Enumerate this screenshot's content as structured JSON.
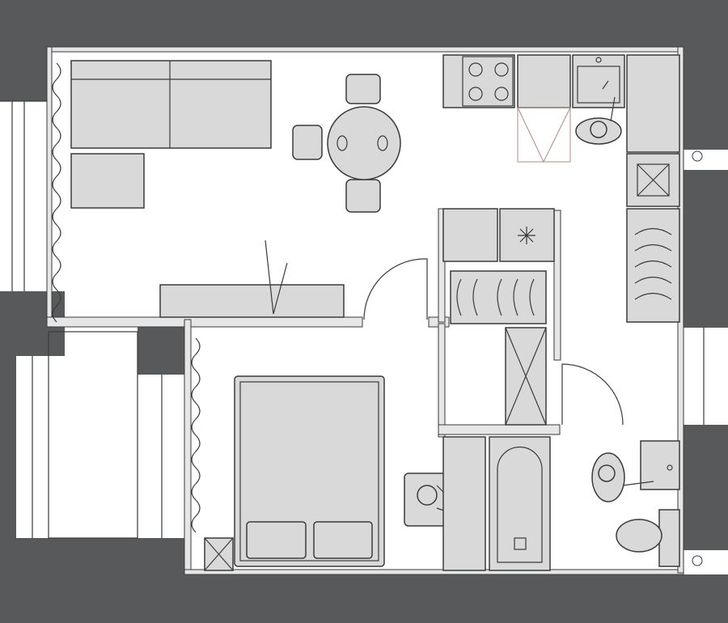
{
  "plan": {
    "type": "apartment-floor-plan",
    "rooms": [
      "living-room",
      "kitchen",
      "bedroom",
      "bathroom",
      "hallway",
      "balcony"
    ],
    "colors": {
      "wall": "#58595b",
      "furniture": "#d9d9d9",
      "outline": "#3a3a3a",
      "background": "#ffffff"
    },
    "icons": [
      "sofa-icon",
      "dining-table-icon",
      "bed-icon",
      "bathtub-icon",
      "toilet-icon",
      "sink-icon",
      "stove-icon",
      "person-icon"
    ]
  }
}
